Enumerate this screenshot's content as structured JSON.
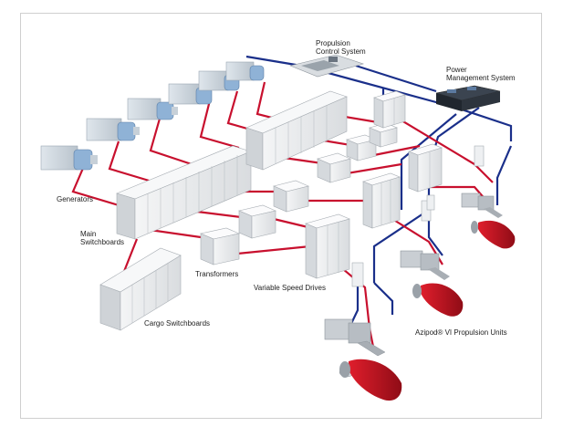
{
  "labels": {
    "propulsion_control": [
      "Propulsion",
      "Control System"
    ],
    "power_management": [
      "Power",
      "Management System"
    ],
    "generators": "Generators",
    "main_switchboards": [
      "Main",
      "Switchboards"
    ],
    "transformers": "Transformers",
    "variable_speed_drives": "Variable Speed Drives",
    "cargo_switchboards": "Cargo Switchboards",
    "azipod_units": "Azipod® VI Propulsion Units"
  },
  "colors": {
    "power_cable": "#c8102e",
    "control_cable": "#1a2f8a",
    "cabinet": "#eef0f2",
    "generator_blue": "#8fb2d6",
    "azipod_hull": "#c41320"
  }
}
